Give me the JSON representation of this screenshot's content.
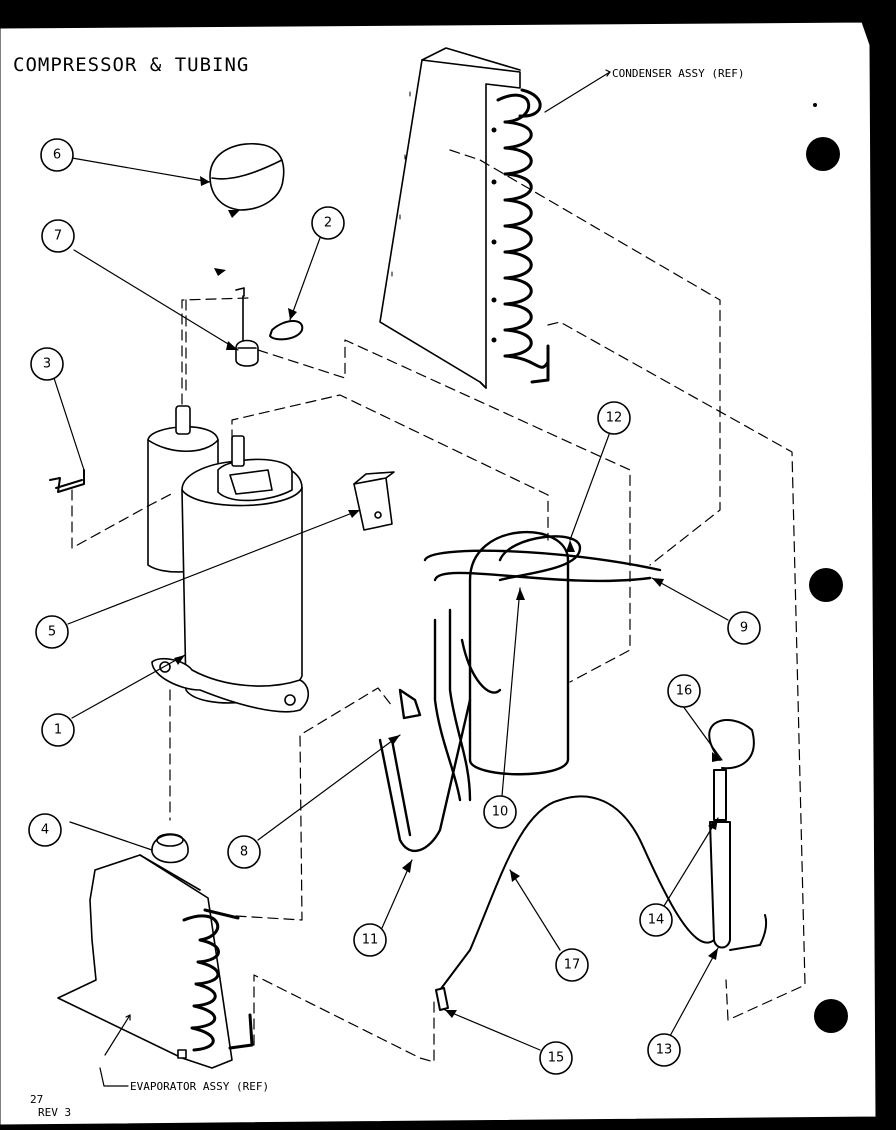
{
  "title": "COMPRESSOR & TUBING",
  "references": {
    "condenser": "CONDENSER ASSY (REF)",
    "evaporator": "EVAPORATOR ASSY (REF)"
  },
  "callouts": [
    "1",
    "2",
    "3",
    "4",
    "5",
    "6",
    "7",
    "8",
    "9",
    "10",
    "11",
    "12",
    "13",
    "14",
    "15",
    "16",
    "17"
  ],
  "footer": {
    "page": "27",
    "revision": "REV 3"
  }
}
